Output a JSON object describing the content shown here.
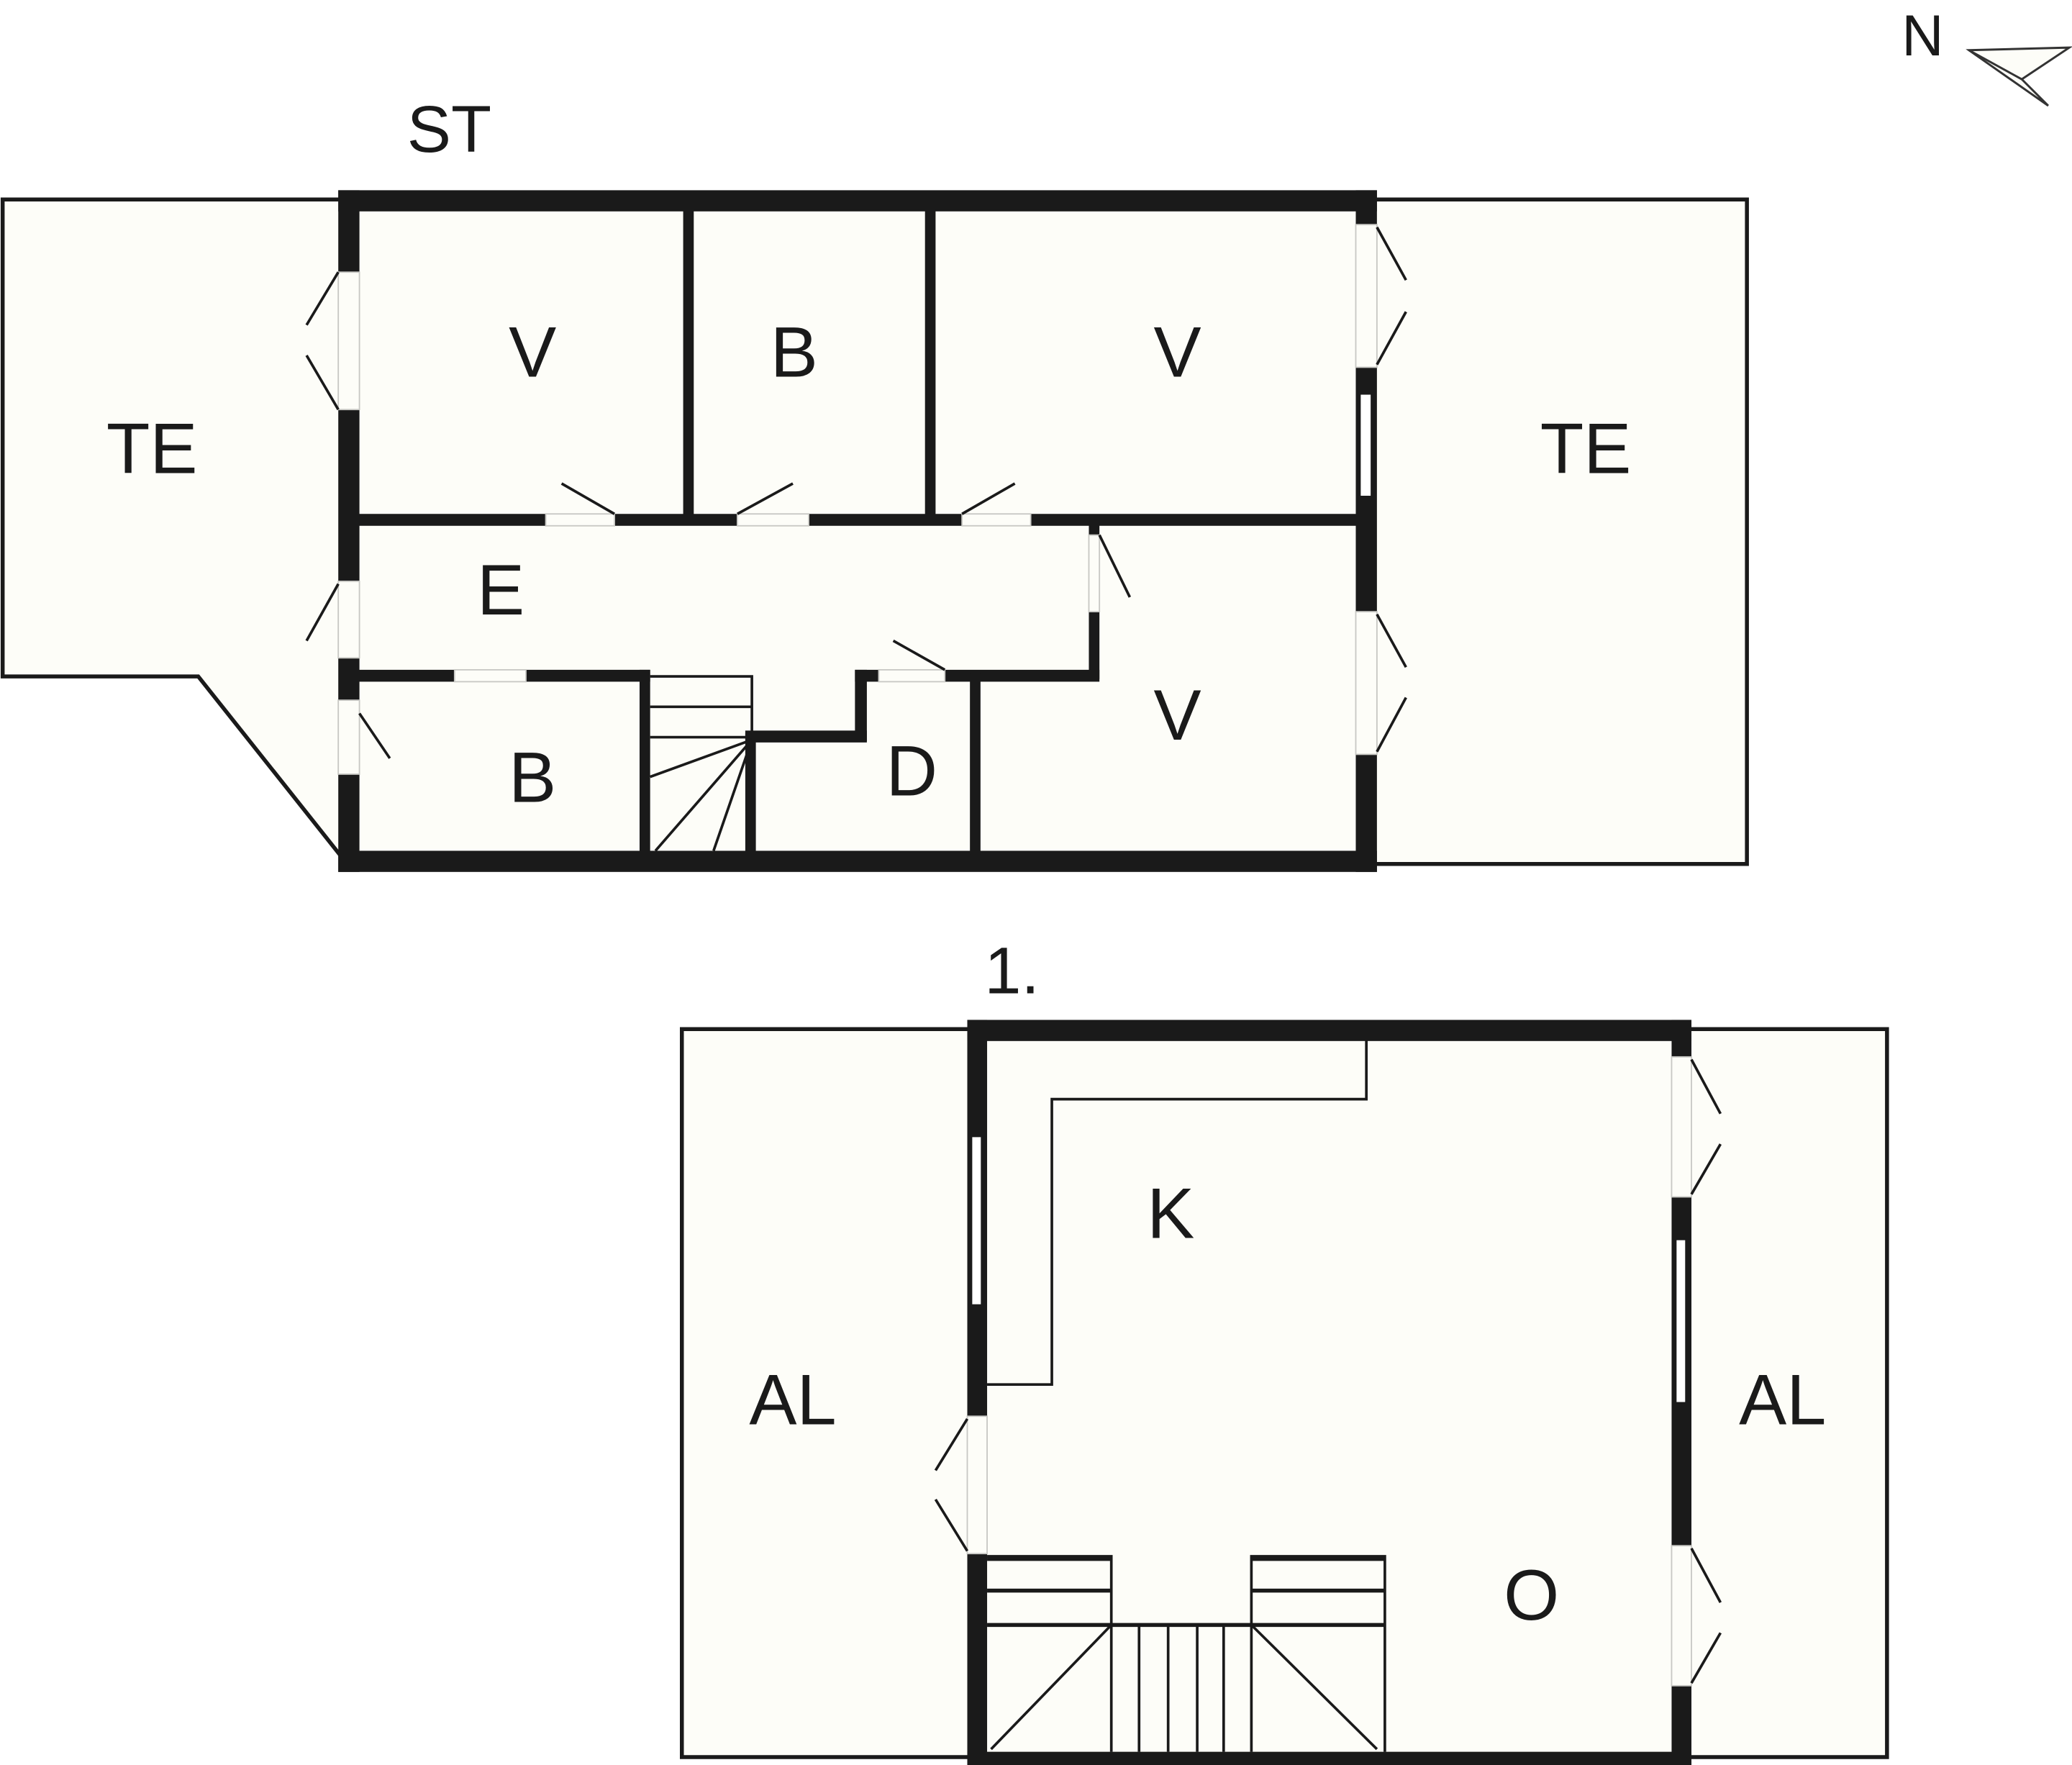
{
  "compass": {
    "label": "N",
    "icon": "north-arrow-icon"
  },
  "floors": [
    {
      "id": "ground",
      "label": "ST",
      "rooms": [
        {
          "code": "TE",
          "name": "terrace-west"
        },
        {
          "code": "V",
          "name": "bedroom-northwest"
        },
        {
          "code": "B",
          "name": "bathroom-north"
        },
        {
          "code": "V",
          "name": "bedroom-northeast"
        },
        {
          "code": "TE",
          "name": "terrace-east"
        },
        {
          "code": "E",
          "name": "hallway"
        },
        {
          "code": "B",
          "name": "bathroom-south"
        },
        {
          "code": "D",
          "name": "storage"
        },
        {
          "code": "V",
          "name": "bedroom-southeast"
        }
      ]
    },
    {
      "id": "first",
      "label": "1.",
      "rooms": [
        {
          "code": "AL",
          "name": "balcony-west"
        },
        {
          "code": "K",
          "name": "kitchen"
        },
        {
          "code": "AL",
          "name": "balcony-east"
        },
        {
          "code": "O",
          "name": "living-area"
        }
      ]
    }
  ],
  "colors": {
    "wall": "#1a1a1a",
    "floor": "#fdfdf8",
    "background": "#ffffff"
  }
}
